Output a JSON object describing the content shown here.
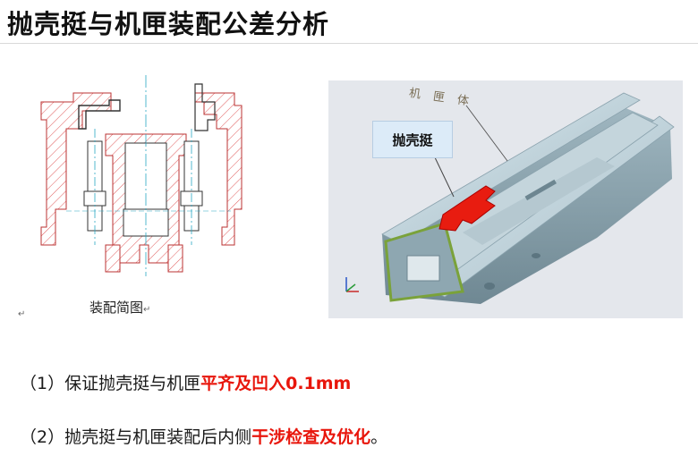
{
  "slide": {
    "title": "抛壳挺与机匣装配公差分析",
    "drawing_caption": "装配简图",
    "caption_mark": "↵",
    "stray_mark": "↵"
  },
  "render": {
    "callout_label": "抛壳挺",
    "body_label": "机 匣 体"
  },
  "list": {
    "item1": {
      "prefix": "（1）保证抛壳挺与机匣",
      "highlight": "平齐及凹入0.1mm",
      "suffix": ""
    },
    "item2": {
      "prefix": "（2）抛壳挺与机匣装配后内侧",
      "highlight": "干涉检查及优化",
      "suffix": "。"
    }
  },
  "colors": {
    "highlight": "#e8160c",
    "hatch": "#e05a5a",
    "part": "#e81c10"
  }
}
